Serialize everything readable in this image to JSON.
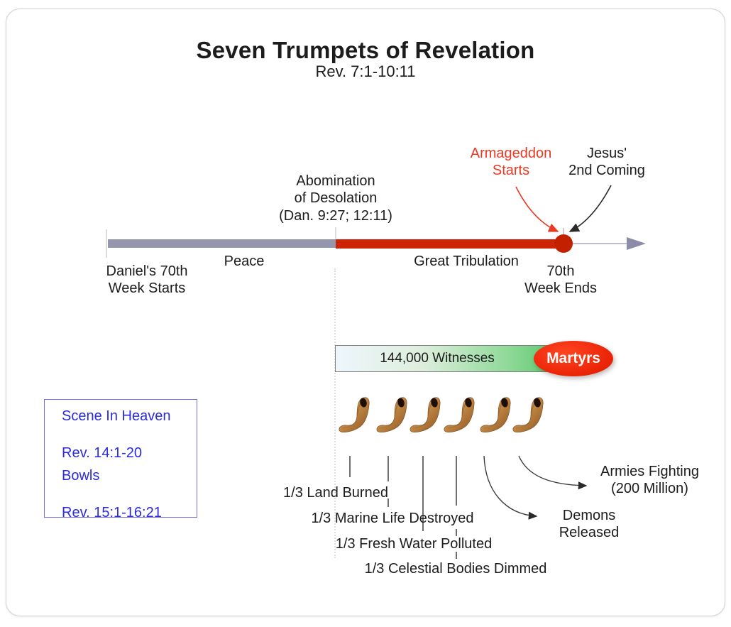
{
  "page": {
    "title": "Seven Trumpets of Revelation",
    "subtitle": "Rev. 7:1-10:11"
  },
  "timeline": {
    "start_label": "Daniel's 70th\nWeek Starts",
    "peace_label": "Peace",
    "abomination_label": "Abomination\nof Desolation\n(Dan. 9:27; 12:11)",
    "tribulation_label": "Great Tribulation",
    "end_label": "70th\nWeek Ends",
    "armageddon_label": "Armageddon\nStarts",
    "second_coming_label": "Jesus'\n2nd Coming"
  },
  "witnesses_bar": {
    "label": "144,000 Witnesses",
    "badge": "Martyrs"
  },
  "heaven_box": {
    "scene_line1": "Scene In Heaven",
    "scene_line2": "Rev. 14:1-20",
    "bowls_line1": "Bowls",
    "bowls_line2": "Rev. 15:1-16:21"
  },
  "trumpets": {
    "count": 6,
    "icon": "shofar-horn-icon"
  },
  "judgments": [
    "1/3 Land Burned",
    "1/3 Marine Life Destroyed",
    "1/3 Fresh Water Polluted",
    "1/3 Celestial Bodies Dimmed"
  ],
  "outcomes": {
    "demons": "Demons\nReleased",
    "armies": "Armies Fighting\n(200 Million)"
  },
  "colors": {
    "peace_bar": "#9595ae",
    "tribulation_bar": "#cc2405",
    "end_dot": "#c32000",
    "armageddon_text": "#e83a23",
    "martyrs_badge": "#f02a0c",
    "witness_green": "#3fbf53",
    "heaven_text": "#2a2ae0",
    "timeline_arrow": "#8c8ca8"
  }
}
